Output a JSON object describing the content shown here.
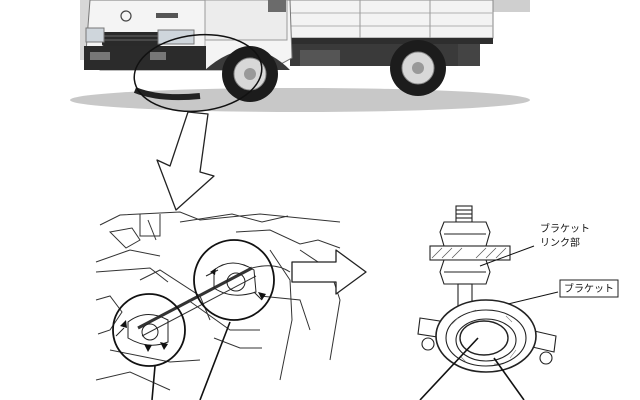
{
  "labels": {
    "bracket_link_line1": "ブラケット",
    "bracket_link_line2": "リンク部",
    "bracket": "ブラケット"
  }
}
